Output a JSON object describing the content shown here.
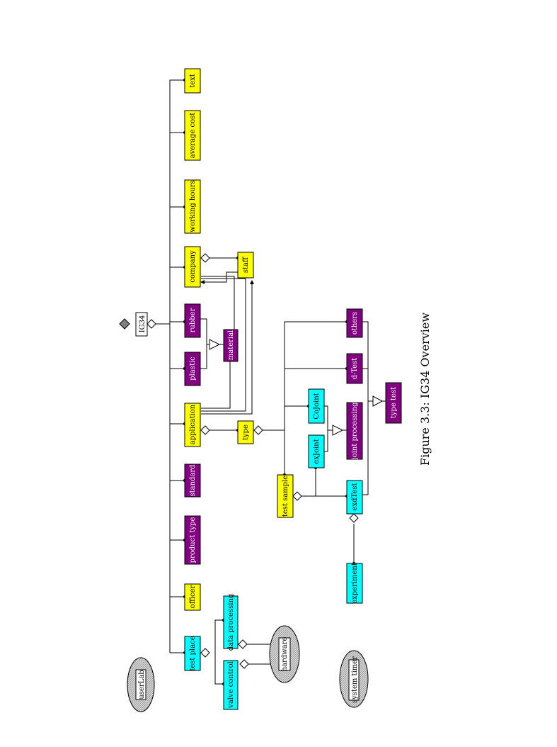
{
  "colors": {
    "yellow": "#ffff00",
    "cyan": "#00ffff",
    "purple": "#800080",
    "grey_diamond": "#808080"
  },
  "root": {
    "label": "IG34"
  },
  "nodes": {
    "text": "text",
    "average_cost": "average cost",
    "working_hours": "working hours",
    "company": "company",
    "staff": "staff",
    "rubber": "rubber",
    "plastic": "plastic",
    "material": "material",
    "application": "application",
    "type": "type",
    "standard": "standard",
    "product_type": "product type",
    "officer": "officer",
    "test_place": "test place",
    "data_processing": "data processing",
    "valve_control": "valve control",
    "hardware": "hardware",
    "user_lab": "userLab",
    "system_timer": "system timer",
    "test_sample": "test sample",
    "others": "others",
    "dtest": "d-Test",
    "co_joint": "CoJoint",
    "ex_joint": "exJoint",
    "joint_processing": "joint processing",
    "type_test": "type test",
    "exd_test": "exdTest",
    "experiment": "experiment"
  },
  "caption": "Figure 3.3: IG34 Overview"
}
